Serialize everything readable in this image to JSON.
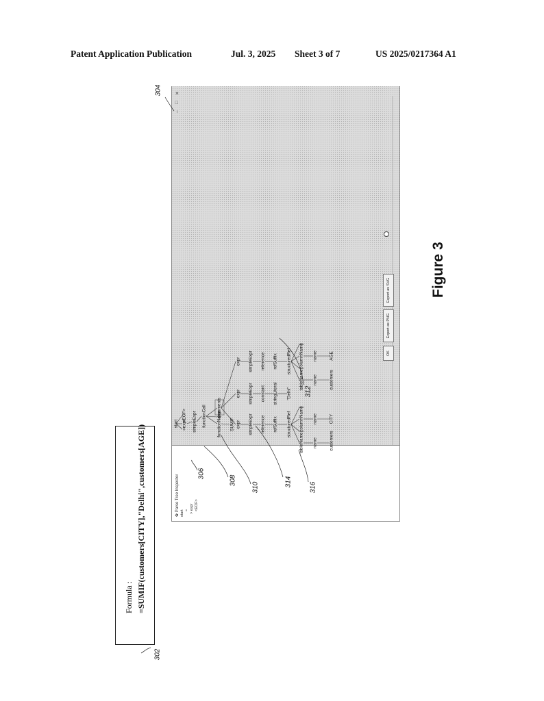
{
  "header": {
    "publication": "Patent Application Publication",
    "date": "Jul. 3, 2025",
    "sheet": "Sheet 3 of 7",
    "number": "US 2025/0217364 A1"
  },
  "formula_box": {
    "label": "Formula :",
    "text": "=SUMIF(customers[CITY],\"Delhi\",customers[AGE])",
    "ref": "302"
  },
  "inspector": {
    "title": "Parse Tree Inspector",
    "tree_lines": [
      "start",
      "=",
      "expr",
      "<EOF>"
    ],
    "window_controls": [
      "–",
      "□",
      "✕"
    ],
    "ref": "304"
  },
  "tree_nodes": {
    "start": "start",
    "eq": "=",
    "expr_top": "expr",
    "eof": "<EOF>",
    "simpleExpr_top": "simpleExpr",
    "functionCall": "functionCall",
    "functionName": "functionName",
    "lparen": "(",
    "arguments": "arguments",
    "sumif": "SUMIF",
    "expr1": "expr",
    "expr2": "expr",
    "expr3": "expr",
    "simpleExpr1": "simpleExpr",
    "simpleExpr2": "simpleExpr",
    "simpleExpr3": "simpleExpr",
    "reference1": "reference",
    "constant2": "constant",
    "reference3": "reference",
    "refSuffix1": "refSuffix",
    "stringLiteral2": "stringLiteral",
    "refSuffix3": "refSuffix",
    "structuredRef1": "structuredRef",
    "delhi": "\"Delhi\"",
    "structuredRef3": "structuredRef",
    "tableName1": "tableName",
    "lb1": "[",
    "columnName1": "columnName",
    "rb1": "]",
    "tableName3": "tableName",
    "lb3": "[",
    "columnName3": "columnName",
    "rb3": "]",
    "name_t1": "name",
    "name_c1": "name",
    "name_t3": "name",
    "name_c3": "name",
    "customers1": "customers",
    "city": "CITY",
    "customers3": "customers",
    "age": "AGE"
  },
  "buttons": {
    "ok": "OK",
    "export_png": "Export as PNG",
    "export_svg": "Export as SVG"
  },
  "callouts": {
    "c306": "306",
    "c308": "308",
    "c310": "310",
    "c312": "312",
    "c314": "314",
    "c316": "316"
  },
  "figure_label": "Figure 3"
}
